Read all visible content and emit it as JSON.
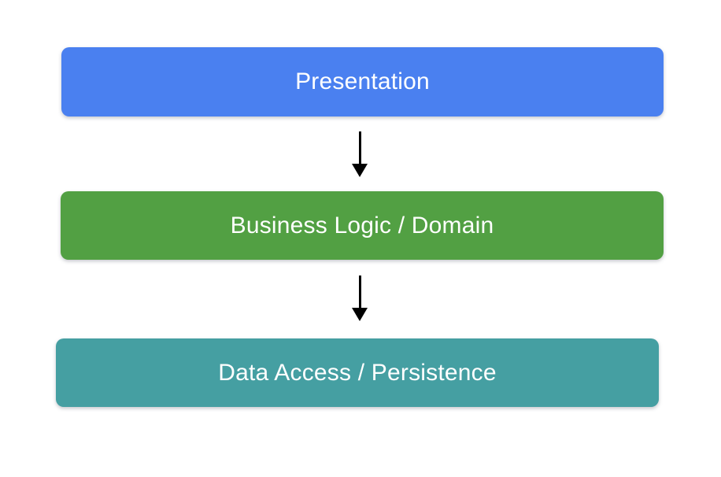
{
  "diagram": {
    "background_color": "#FFFFFF",
    "text_color": "#FFFFFF",
    "arrow": {
      "color": "#000000",
      "direction": "down"
    },
    "layers": [
      {
        "id": "presentation",
        "label": "Presentation",
        "color": "#4A80F0"
      },
      {
        "id": "business-logic",
        "label": "Business Logic / Domain",
        "color": "#52A043"
      },
      {
        "id": "data-access",
        "label": "Data Access / Persistence",
        "color": "#459FA2"
      }
    ]
  }
}
